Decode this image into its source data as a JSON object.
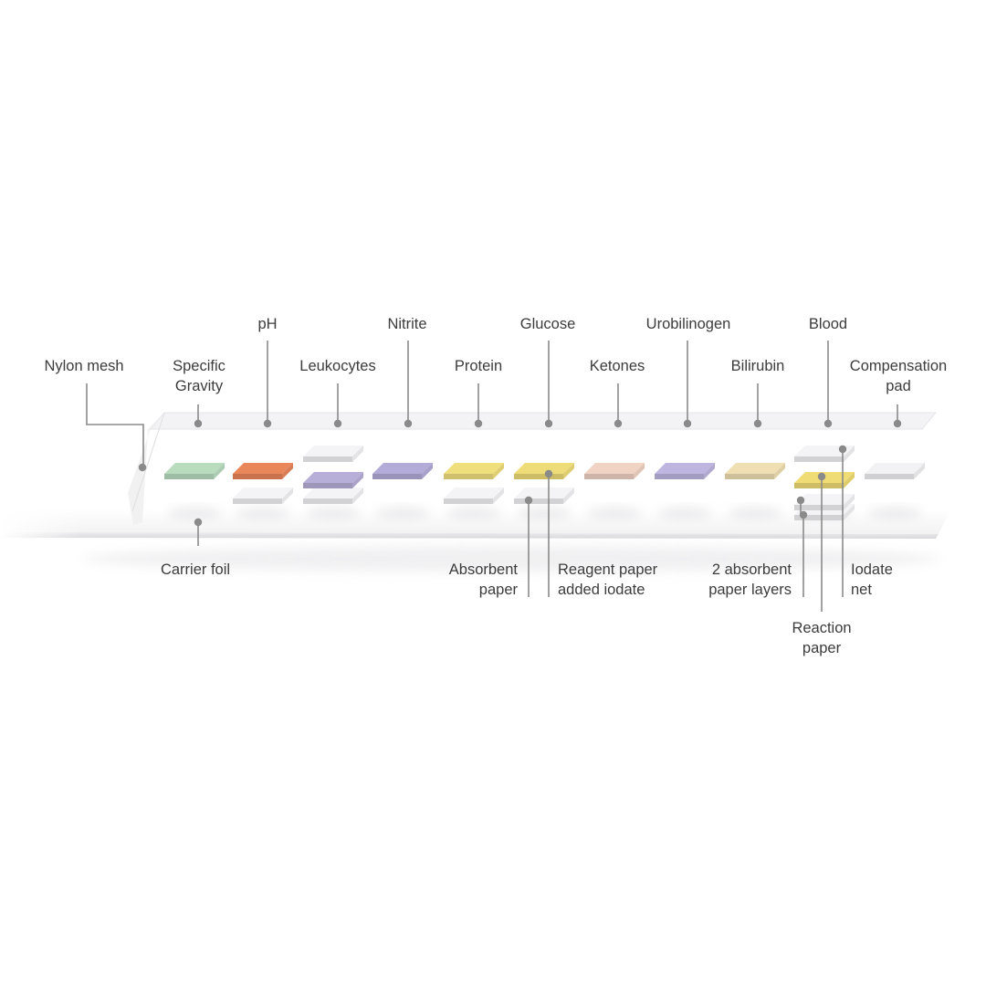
{
  "top_labels": [
    {
      "key": "nylon-mesh",
      "lines": [
        "Nylon mesh"
      ]
    },
    {
      "key": "specific-gravity",
      "lines": [
        "Specific",
        "Gravity"
      ]
    },
    {
      "key": "ph",
      "lines": [
        "pH"
      ]
    },
    {
      "key": "leukocytes",
      "lines": [
        "Leukocytes"
      ]
    },
    {
      "key": "nitrite",
      "lines": [
        "Nitrite"
      ]
    },
    {
      "key": "protein",
      "lines": [
        "Protein"
      ]
    },
    {
      "key": "glucose",
      "lines": [
        "Glucose"
      ]
    },
    {
      "key": "ketones",
      "lines": [
        "Ketones"
      ]
    },
    {
      "key": "urobilinogen",
      "lines": [
        "Urobilinogen"
      ]
    },
    {
      "key": "bilirubin",
      "lines": [
        "Bilirubin"
      ]
    },
    {
      "key": "blood",
      "lines": [
        "Blood"
      ]
    },
    {
      "key": "compensation-pad",
      "lines": [
        "Compensation",
        "pad"
      ]
    }
  ],
  "bottom_labels": [
    {
      "key": "carrier-foil",
      "lines": [
        "Carrier foil"
      ]
    },
    {
      "key": "absorbent-paper",
      "lines": [
        "Absorbent",
        "paper"
      ]
    },
    {
      "key": "reagent-paper",
      "lines": [
        "Reagent paper",
        "added iodate"
      ]
    },
    {
      "key": "absorbent-layers",
      "lines": [
        "2 absorbent",
        "paper layers"
      ]
    },
    {
      "key": "iodate-net",
      "lines": [
        "Iodate",
        "net"
      ]
    },
    {
      "key": "reaction-paper",
      "lines": [
        "Reaction",
        "paper"
      ]
    }
  ],
  "pad_colors": {
    "specific-gravity": "#b9dcbf",
    "ph": "#e9865a",
    "leukocytes": "#b8afd8",
    "nitrite": "#b3acd9",
    "protein": "#f0df7d",
    "glucose": "#eedc78",
    "ketones": "#f1d3c4",
    "urobilinogen": "#beb6e0",
    "bilirubin": "#efdfb3",
    "blood": "#f0dc74",
    "compensation": "#f2f2f4"
  },
  "colors": {
    "callout": "#8a8a8a",
    "text": "#3c3c3c",
    "strip": "#f1f1f2"
  }
}
